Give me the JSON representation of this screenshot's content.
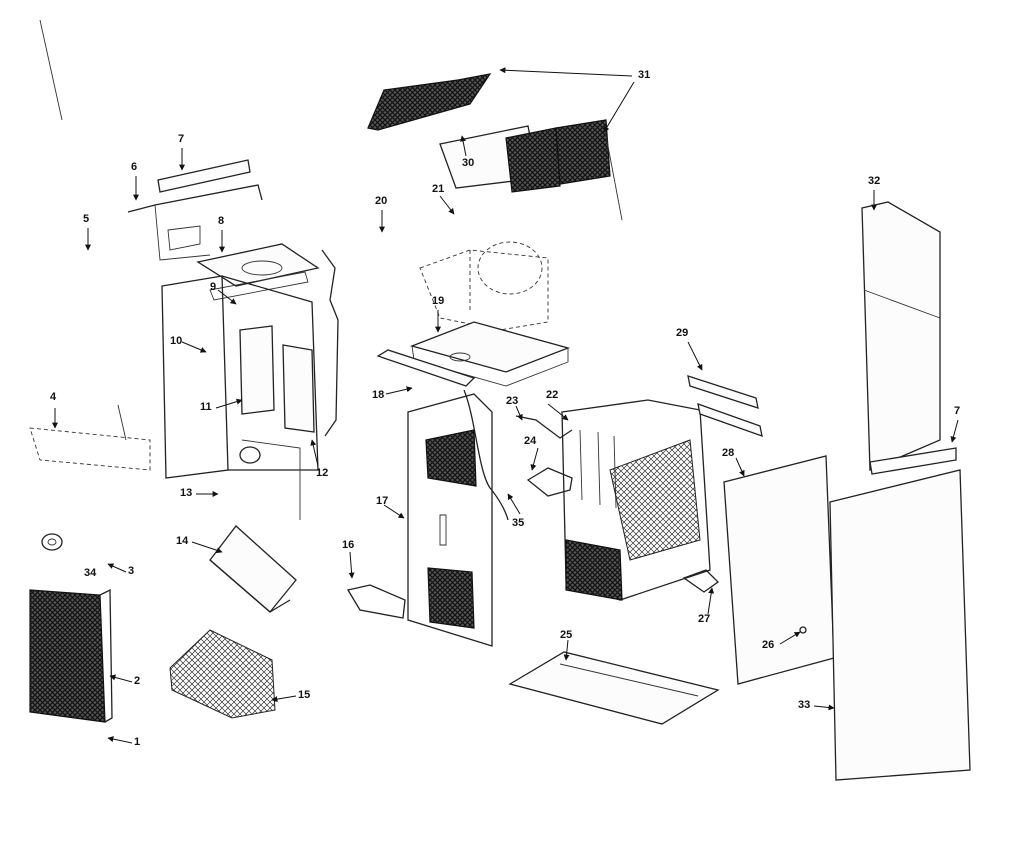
{
  "callouts": [
    {
      "id": "c1",
      "text": "1"
    },
    {
      "id": "c2",
      "text": "2"
    },
    {
      "id": "c3",
      "text": "3"
    },
    {
      "id": "c4",
      "text": "4"
    },
    {
      "id": "c5",
      "text": "5"
    },
    {
      "id": "c6",
      "text": "6"
    },
    {
      "id": "c7a",
      "text": "7"
    },
    {
      "id": "c7b",
      "text": "7"
    },
    {
      "id": "c8",
      "text": "8"
    },
    {
      "id": "c9",
      "text": "9"
    },
    {
      "id": "c10",
      "text": "10"
    },
    {
      "id": "c11",
      "text": "11"
    },
    {
      "id": "c12",
      "text": "12"
    },
    {
      "id": "c13",
      "text": "13"
    },
    {
      "id": "c14",
      "text": "14"
    },
    {
      "id": "c15",
      "text": "15"
    },
    {
      "id": "c16",
      "text": "16"
    },
    {
      "id": "c17",
      "text": "17"
    },
    {
      "id": "c18",
      "text": "18"
    },
    {
      "id": "c19",
      "text": "19"
    },
    {
      "id": "c20",
      "text": "20"
    },
    {
      "id": "c21",
      "text": "21"
    },
    {
      "id": "c22",
      "text": "22"
    },
    {
      "id": "c23",
      "text": "23"
    },
    {
      "id": "c24",
      "text": "24"
    },
    {
      "id": "c25",
      "text": "25"
    },
    {
      "id": "c26",
      "text": "26"
    },
    {
      "id": "c27",
      "text": "27"
    },
    {
      "id": "c28",
      "text": "28"
    },
    {
      "id": "c29",
      "text": "29"
    },
    {
      "id": "c30",
      "text": "30"
    },
    {
      "id": "c31",
      "text": "31"
    },
    {
      "id": "c32",
      "text": "32"
    },
    {
      "id": "c33",
      "text": "33"
    },
    {
      "id": "c34",
      "text": "34"
    },
    {
      "id": "c35",
      "text": "35"
    }
  ]
}
